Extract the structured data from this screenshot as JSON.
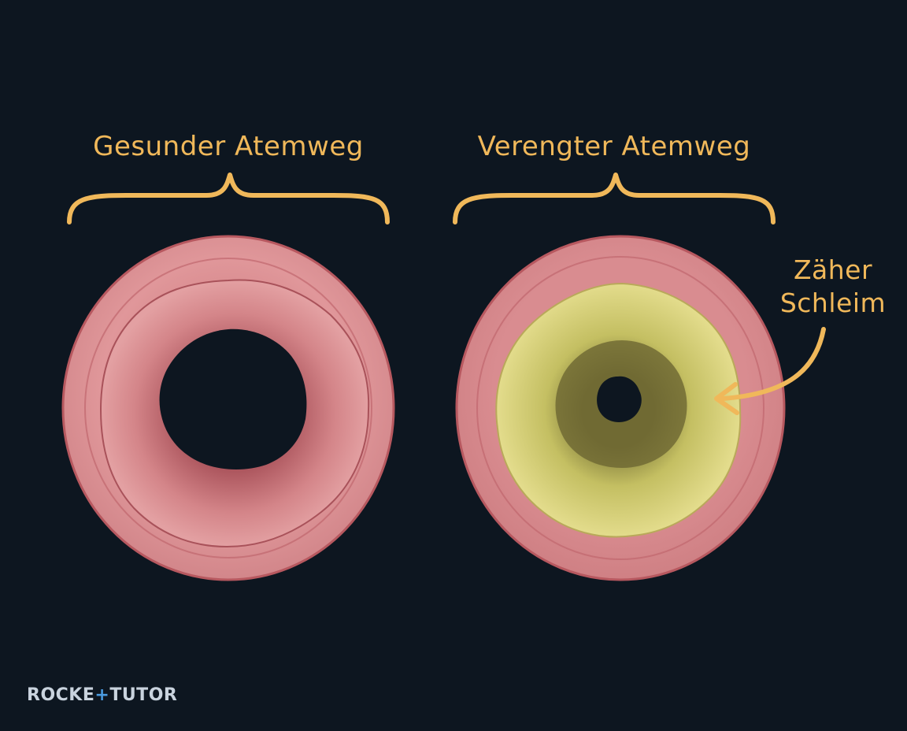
{
  "labels": {
    "healthy": "Gesunder Atemweg",
    "narrowed": "Verengter Atemweg",
    "mucus_line1": "Zäher",
    "mucus_line2": "Schleim"
  },
  "logo": {
    "part1": "ROCKE",
    "part2": "+",
    "part3": "TUTOR"
  },
  "colors": {
    "background": "#0d1620",
    "label": "#f0b85a",
    "tissue": "#dd8a8e",
    "tissue_dark": "#b7585f",
    "mucus": "#d9d27a",
    "lumen": "#0d1620",
    "logo_accent": "#4a9be0"
  }
}
